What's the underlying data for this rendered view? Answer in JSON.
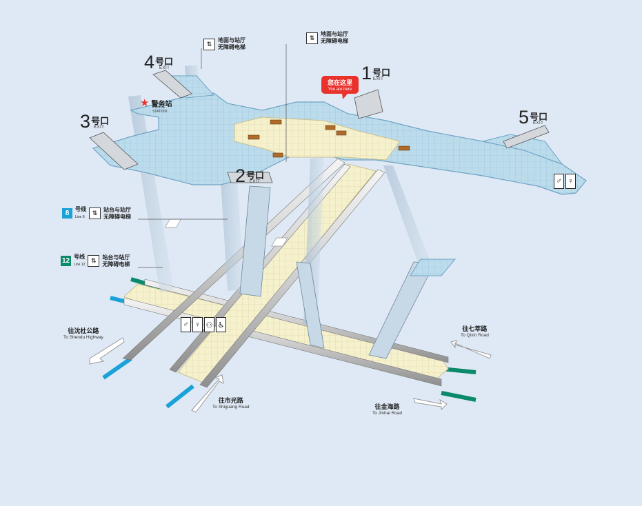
{
  "colors": {
    "background": "#dfe9f5",
    "concourse": "#b9d9ea",
    "concourse_edge": "#6ea3c4",
    "platform": "#f3efc8",
    "platform_edge": "#c9c091",
    "line8": "#1aa1d8",
    "line12": "#0a8a6a",
    "marker": "#e8322b"
  },
  "exits": [
    {
      "num": "4",
      "zh": "号口",
      "en": "EXIT"
    },
    {
      "num": "3",
      "zh": "号口",
      "en": "EXIT"
    },
    {
      "num": "2",
      "zh": "号口",
      "en": "EXIT"
    },
    {
      "num": "1",
      "zh": "号口",
      "en": "EXIT"
    },
    {
      "num": "5",
      "zh": "号口",
      "en": "EXIT"
    }
  ],
  "elevators": {
    "ground_to_hall_1": {
      "line1": "地面与站厅",
      "line2": "无障碍电梯"
    },
    "ground_to_hall_2": {
      "line1": "地面与站厅",
      "line2": "无障碍电梯"
    },
    "line8": {
      "badge": "8",
      "line_zh": "号线",
      "line_en": "Line 8",
      "line1": "站台与站厅",
      "line2": "无障碍电梯"
    },
    "line12": {
      "badge": "12",
      "line_zh": "号线",
      "line_en": "Line 12",
      "line1": "站台与站厅",
      "line2": "无障碍电梯"
    }
  },
  "you_are_here": {
    "zh": "您在这里",
    "en": "You are here"
  },
  "police": {
    "zh": "警务站",
    "en": "POLICE STATION"
  },
  "directions": [
    {
      "zh": "往沈杜公路",
      "en": "To Shendu Highway"
    },
    {
      "zh": "往市光路",
      "en": "To Shiguang Road"
    },
    {
      "zh": "往七莘路",
      "en": "To Qixin Road"
    },
    {
      "zh": "往金海路",
      "en": "To Jinhai Road"
    }
  ],
  "icons": {
    "elevator": "accessible-elevator-icon",
    "toilet": "toilet-icon",
    "family": "family-restroom-icon",
    "accessible": "wheelchair-icon",
    "police": "police-star-icon",
    "arrow": "direction-arrow-icon"
  }
}
